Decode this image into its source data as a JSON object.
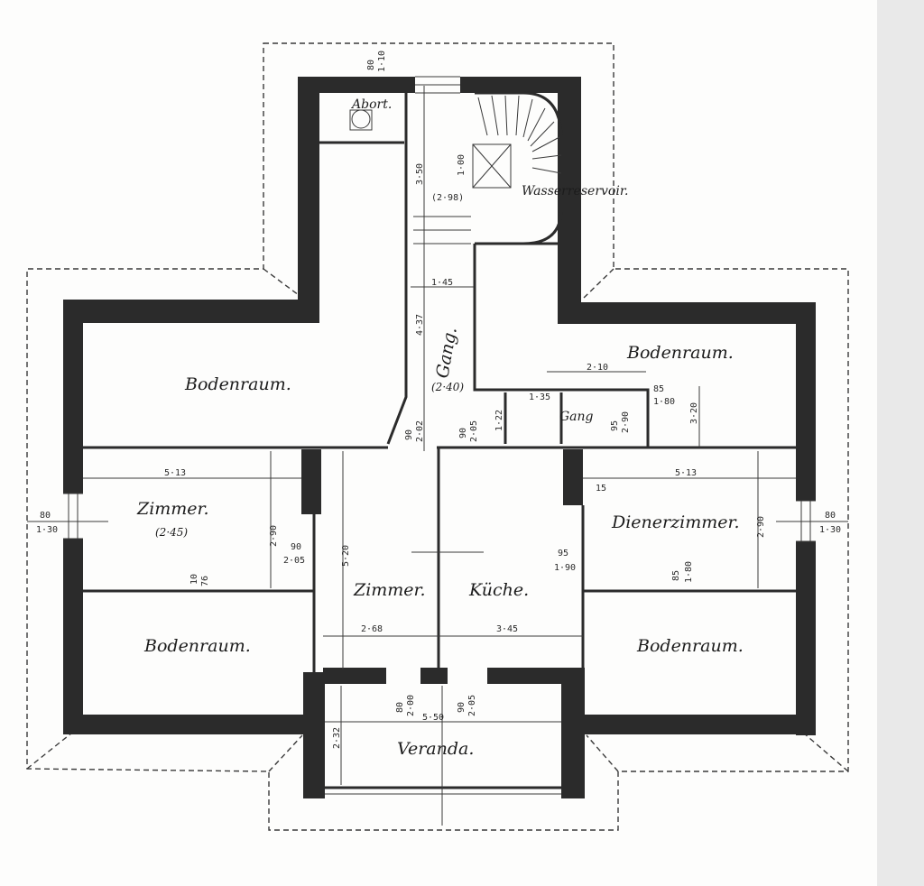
{
  "rooms": {
    "abort": "Abort.",
    "water_reservoir": "Wasserreservoir.",
    "gang_main": "Gang.",
    "gang_main_dim": "(2·40)",
    "gang_small": "Gang",
    "bodenraum_left": "Bodenraum.",
    "bodenraum_right_top": "Bodenraum.",
    "zimmer_left": "Zimmer.",
    "zimmer_left_dim": "(2·45)",
    "dienerzimmer": "Dienerzimmer.",
    "zimmer_center": "Zimmer.",
    "kuche": "Küche.",
    "bodenraum_bottom_left": "Bodenraum.",
    "bodenraum_bottom_right": "Bodenraum.",
    "veranda": "Veranda."
  },
  "dims": {
    "d_80_top": "80",
    "d_110_top": "1·10",
    "d_350": "3·50",
    "d_298": "(2·98)",
    "d_100": "1·00",
    "d_145": "1·45",
    "d_437": "4·37",
    "d_210": "2·10",
    "d_135": "1·35",
    "d_122": "1·22",
    "d_85_a": "85",
    "d_180_a": "1·80",
    "d_320": "3·20",
    "d_95_a": "95",
    "d_290": "2·90",
    "d_90_a": "90",
    "d_202": "2·02",
    "d_90_b": "90",
    "d_205_a": "2·05",
    "d_513_l": "5·13",
    "d_513_r": "5·13",
    "d_80_l": "80",
    "d_130_l": "1·30",
    "d_80_r": "80",
    "d_130_r": "1·30",
    "d_90_c": "90",
    "d_205_b": "2·05",
    "d_290_l": "2·90",
    "d_520": "5·20",
    "d_76": "76",
    "d_10": "10",
    "d_95_b": "95",
    "d_190": "1·90",
    "d_85_b": "85",
    "d_180_b": "1·80",
    "d_290_r": "2·90",
    "d_15": "15",
    "d_268": "2·68",
    "d_345": "3·45",
    "d_80_v": "80",
    "d_200_v": "2·00",
    "d_90_v": "90",
    "d_205_v": "2·05",
    "d_550": "5·50",
    "d_232": "2·32"
  }
}
